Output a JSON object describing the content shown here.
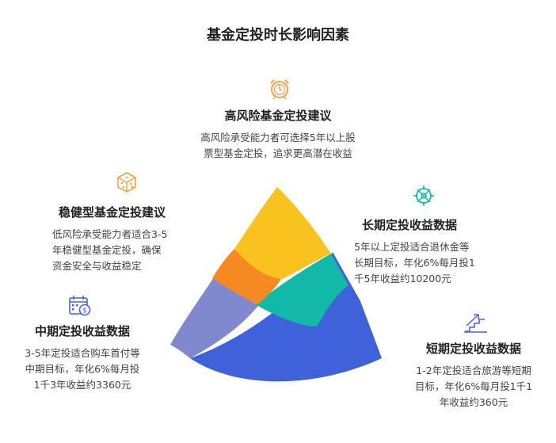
{
  "title": "基金定投时长影响因素",
  "sections": {
    "high_risk": {
      "heading": "高风险基金定投建议",
      "lines": [
        "高风险承受能力者可选择5年以上股",
        "票型基金定投，追求更高潜在收益"
      ],
      "icon": "alarm-clock-icon"
    },
    "steady": {
      "heading": "稳健型基金定投建议",
      "lines": [
        "低风险承受能力者适合3-5",
        "年稳健型基金定投，确保",
        "资金安全与收益稳定"
      ],
      "icon": "dice-icon"
    },
    "long_term": {
      "heading": "长期定投收益数据",
      "lines": [
        "5年以上定投适合退休金等",
        "长期目标，年化6%每月投1",
        "千5年收益约10200元"
      ],
      "icon": "compass-icon"
    },
    "mid_term": {
      "heading": "中期定投收益数据",
      "lines": [
        "3-5年定投适合购车首付等",
        "中期目标，年化6%每月投",
        "1千3年收益约3360元"
      ],
      "icon": "calendar-money-icon"
    },
    "short_term": {
      "heading": "短期定投收益数据",
      "lines": [
        "1-2年定投适合旅游等短期",
        "目标，年化6%每月投1千1",
        "年收益约360元"
      ],
      "icon": "growth-stairs-icon"
    }
  },
  "colors": {
    "yellow": "#F9C31F",
    "orange": "#F58A23",
    "teal": "#13B9A8",
    "purple": "#8088CE",
    "blue": "#3F62DA",
    "icon_orange": "#F5A04A",
    "icon_teal": "#13B9A8",
    "icon_blue": "#4A67C9"
  }
}
